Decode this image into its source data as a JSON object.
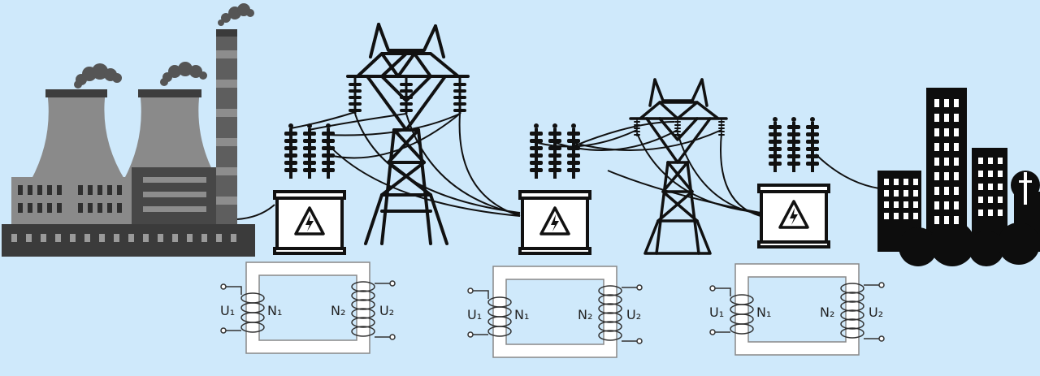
{
  "colors": {
    "background": "#cfe9fb",
    "plant_gray": "#8c8c8c",
    "plant_dark": "#4a4a4a",
    "plant_darker": "#3a3a3a",
    "smoke": "#5a5a5a",
    "line": "#111111",
    "city": "#0d0d0d",
    "core": "#ffffff"
  },
  "icons": [
    "power-plant-icon",
    "transmission-tower-icon",
    "step-transformer-icon",
    "lightning-warning-icon",
    "city-skyline-icon"
  ],
  "transformers": [
    {
      "primary_voltage": "U₁",
      "primary_turns": "N₁",
      "secondary_turns": "N₂",
      "secondary_voltage": "U₂"
    },
    {
      "primary_voltage": "U₁",
      "primary_turns": "N₁",
      "secondary_turns": "N₂",
      "secondary_voltage": "U₂"
    },
    {
      "primary_voltage": "U₁",
      "primary_turns": "N₁",
      "secondary_turns": "N₂",
      "secondary_voltage": "U₂"
    }
  ]
}
